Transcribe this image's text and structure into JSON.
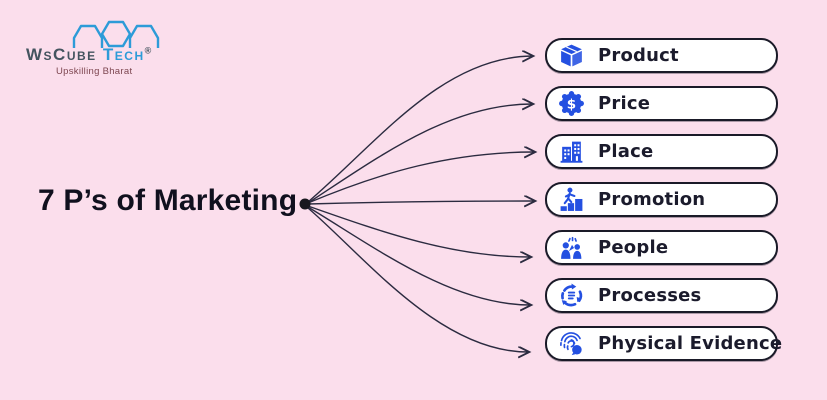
{
  "logo": {
    "brand_primary": "WsCube",
    "brand_secondary": "Tech",
    "registered_mark": "®",
    "tagline": "Upskilling Bharat"
  },
  "diagram": {
    "title": "7 P’s of Marketing",
    "nodes": [
      {
        "label": "Product",
        "icon": "package-icon"
      },
      {
        "label": "Price",
        "icon": "price-badge-icon"
      },
      {
        "label": "Place",
        "icon": "buildings-icon"
      },
      {
        "label": "Promotion",
        "icon": "growth-steps-icon"
      },
      {
        "label": "People",
        "icon": "people-icon"
      },
      {
        "label": "Processes",
        "icon": "process-cycle-icon"
      },
      {
        "label": "Physical Evidence",
        "icon": "fingerprint-icon"
      }
    ]
  },
  "colors": {
    "background": "#fbdeec",
    "node_fill": "#ffffff",
    "node_border": "#1a1a28",
    "icon_blue": "#2450e1",
    "arrow": "#2b2b40",
    "title_text": "#10101e",
    "logo_blue": "#2d9bd8",
    "logo_dark": "#44545f",
    "logo_tagline": "#7d4650"
  }
}
